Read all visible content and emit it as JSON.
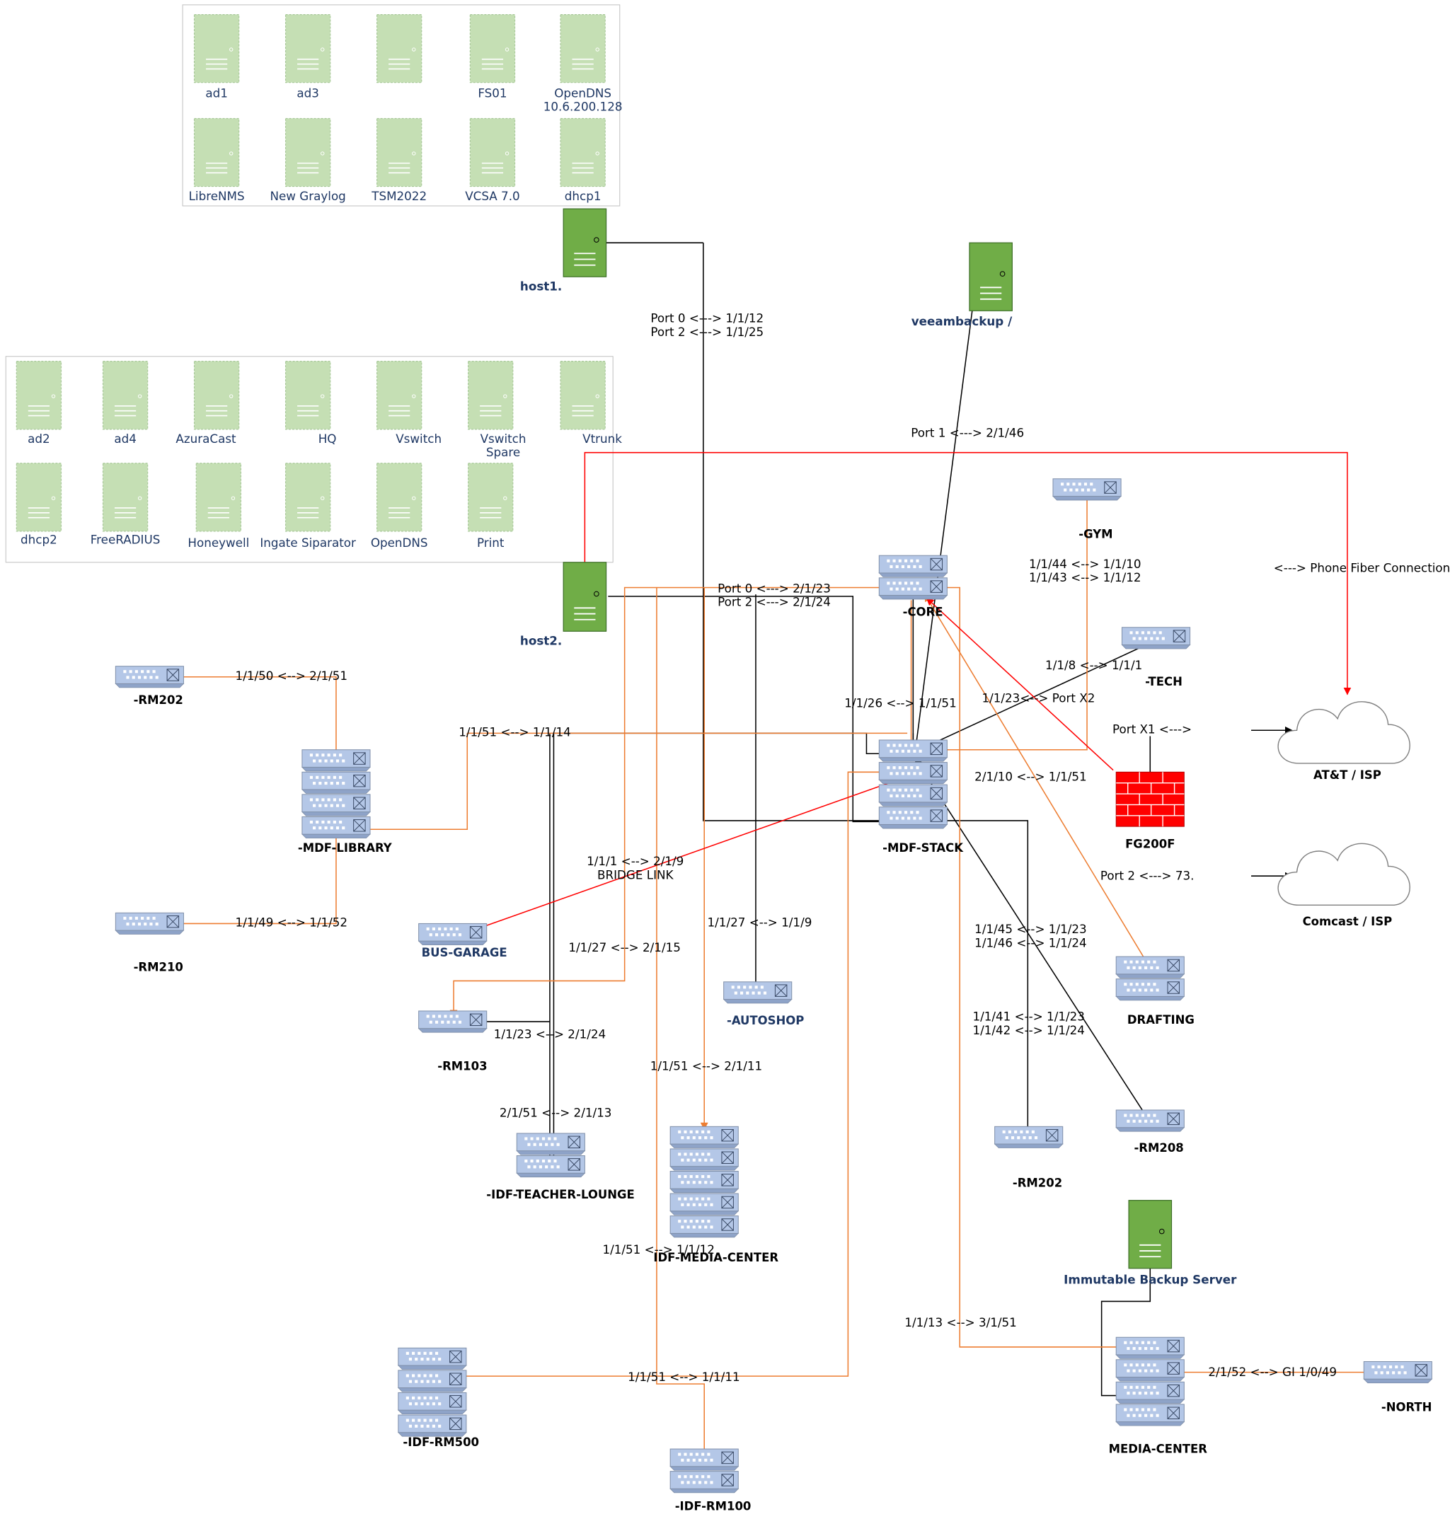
{
  "colors": {
    "vm_fill": "#c5dfb4",
    "vm_border": "#a9c99a",
    "host_fill": "#70ad47",
    "host_border": "#3c6e27",
    "switch_fill": "#b4c7e7",
    "switch_border": "#7f8fa9",
    "switch_dark": "#8ea3c8",
    "firewall_fill": "#ff0000",
    "link_black": "#000000",
    "link_orange": "#ed7d31",
    "link_red": "#ff0000",
    "cloud_border": "#7f7f7f",
    "vm_label": "#1f3864",
    "group_border": "#bfbfbf"
  },
  "vm_groups": [
    {
      "name": "host1-vms",
      "vms": [
        "ad1",
        "ad3",
        "FS01",
        "OpenDNS\n10.6.200.128",
        "LibreNMS",
        "New Graylog",
        "TSM2022",
        "VCSA 7.0",
        "dhcp1"
      ]
    },
    {
      "name": "host2-vms",
      "vms": [
        "ad2",
        "ad4",
        "AzuraCast",
        "HQ",
        "Vswitch",
        "Vswitch\nSpare",
        "Vtrunk",
        "dhcp2",
        "FreeRADIUS",
        "Honeywell",
        "Ingate Siparator",
        "OpenDNS",
        "Print"
      ]
    }
  ],
  "servers": {
    "host1": "host1.",
    "host2": "host2.",
    "veeam": "veeambackup /",
    "immutable": "Immutable Backup Server"
  },
  "devices": {
    "rm202_left": "-RM202",
    "mdf_library": "-MDF-LIBRARY",
    "rm210": "-RM210",
    "bus_garage": "BUS-GARAGE",
    "rm103": "-RM103",
    "idf_teacher_lounge": "-IDF-TEACHER-LOUNGE",
    "autoshop": "-AUTOSHOP",
    "idf_media_center": "IDF-MEDIA-CENTER",
    "idf_rm500": "-IDF-RM500",
    "idf_rm100": "-IDF-RM100",
    "core": "-CORE",
    "mdf_stack": "-MDF-STACK",
    "gym": "-GYM",
    "tech": "-TECH",
    "fg200f": "FG200F",
    "drafting": "DRAFTING",
    "rm202_right": "-RM202",
    "rm208": "-RM208",
    "media_center": "MEDIA-CENTER",
    "north": "-NORTH",
    "att": "AT&T / ISP",
    "comcast": "Comcast / ISP"
  },
  "links": {
    "host1_ports": "Port 0 <---> 1/1/12\nPort 2 <---> 1/1/25",
    "veeam_port": "Port 1 <--->  2/1/46",
    "phone_fiber": "<---> Phone Fiber Connection",
    "gym": "1/1/44 <--> 1/1/10\n1/1/43 <--> 1/1/12",
    "host2_ports": "Port 0 <---> 2/1/23\nPort 2 <---> 2/1/24",
    "tech": "1/1/8 <--> 1/1/1",
    "core_stack": "1/1/26 <--> 1/1/51",
    "fw_x2": "1/1/23<--> Port X2",
    "port_x1": "Port X1 <--->",
    "rm202_mdf_library": "1/1/50 <--> 2/1/51",
    "mdf_library_uplink": "1/1/51 <--> 1/1/14",
    "drafting": "2/1/10 <--> 1/1/51",
    "bus_garage": "1/1/1 <--> 2/1/9\nBRIDGE LINK",
    "port2": "Port 2 <---> 73.",
    "rm210": "1/1/49 <--> 1/1/52",
    "autoshop": "1/1/27 <--> 1/1/9",
    "rm208": "1/1/45 <--> 1/1/23\n1/1/46 <--> 1/1/24",
    "rm103_orange": "1/1/27 <--> 2/1/15",
    "rm202_right": "1/1/41 <--> 1/1/23\n1/1/42 <--> 1/1/24",
    "rm103": "1/1/23 <--> 2/1/24",
    "idf_media": "1/1/51 <--> 2/1/11",
    "teacher_lounge": "2/1/51 <--> 2/1/13",
    "rm100": "1/1/51 <--> 1/1/12",
    "media_center": "1/1/13 <--> 3/1/51",
    "rm500": "1/1/51 <--> 1/1/11",
    "north": "2/1/52 <--> GI 1/0/49"
  }
}
